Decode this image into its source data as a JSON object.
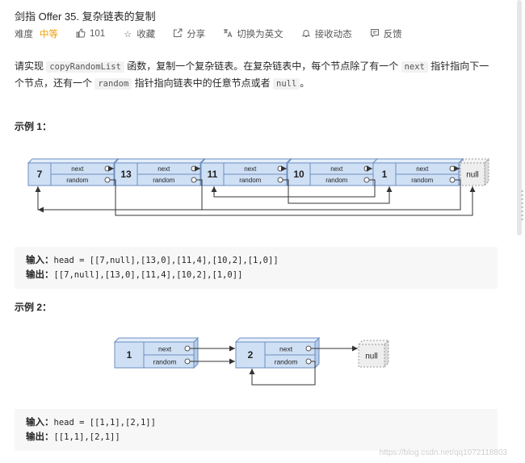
{
  "problem": {
    "title": "剑指 Offer 35. 复杂链表的复制"
  },
  "meta": {
    "difficulty_label": "难度",
    "difficulty": "中等",
    "likes": "101",
    "favorite": "收藏",
    "share": "分享",
    "switch_lang": "切换为英文",
    "notify": "接收动态",
    "feedback": "反馈"
  },
  "description": {
    "p1": "请实现",
    "code1": "copyRandomList",
    "p2": "函数，复制一个复杂链表。在复杂链表中，每个节点除了有一个",
    "code2": "next",
    "p3": "指针指向下一个节点，还有一个",
    "code3": "random",
    "p4": "指针指向链表中的任意节点或者",
    "code4": "null",
    "p5": "。"
  },
  "example1": {
    "heading": "示例 1：",
    "nodes": [
      "7",
      "13",
      "11",
      "10",
      "1"
    ],
    "next_label": "next",
    "random_label": "random",
    "null_label": "null",
    "input_label": "输入：",
    "input": "head = [[7,null],[13,0],[11,4],[10,2],[1,0]]",
    "output_label": "输出：",
    "output": "[[7,null],[13,0],[11,4],[10,2],[1,0]]"
  },
  "example2": {
    "heading": "示例 2：",
    "nodes": [
      "1",
      "2"
    ],
    "next_label": "next",
    "random_label": "random",
    "null_label": "null",
    "input_label": "输入：",
    "input": "head = [[1,1],[2,1]]",
    "output_label": "输出：",
    "output": "[[1,1],[2,1]]"
  },
  "watermark": "https://blog.csdn.net/qq1072118803",
  "colors": {
    "node_fill": "#cfe0f5",
    "node_stroke": "#6c8ebf",
    "null_fill": "#eeeeee",
    "difficulty": "#ef9f00",
    "code_bg": "#f7f7f7"
  }
}
